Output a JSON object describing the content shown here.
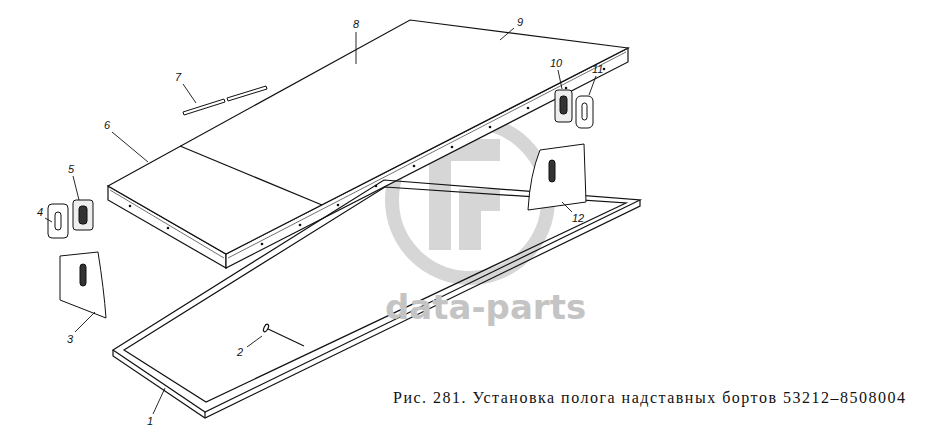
{
  "diagram": {
    "caption": "Рис. 281. Установка полога надставных бортов 53212–8508004",
    "labels": [
      "1",
      "2",
      "3",
      "4",
      "5",
      "6",
      "7",
      "8",
      "9",
      "10",
      "11",
      "12",
      "data-parts"
    ]
  }
}
